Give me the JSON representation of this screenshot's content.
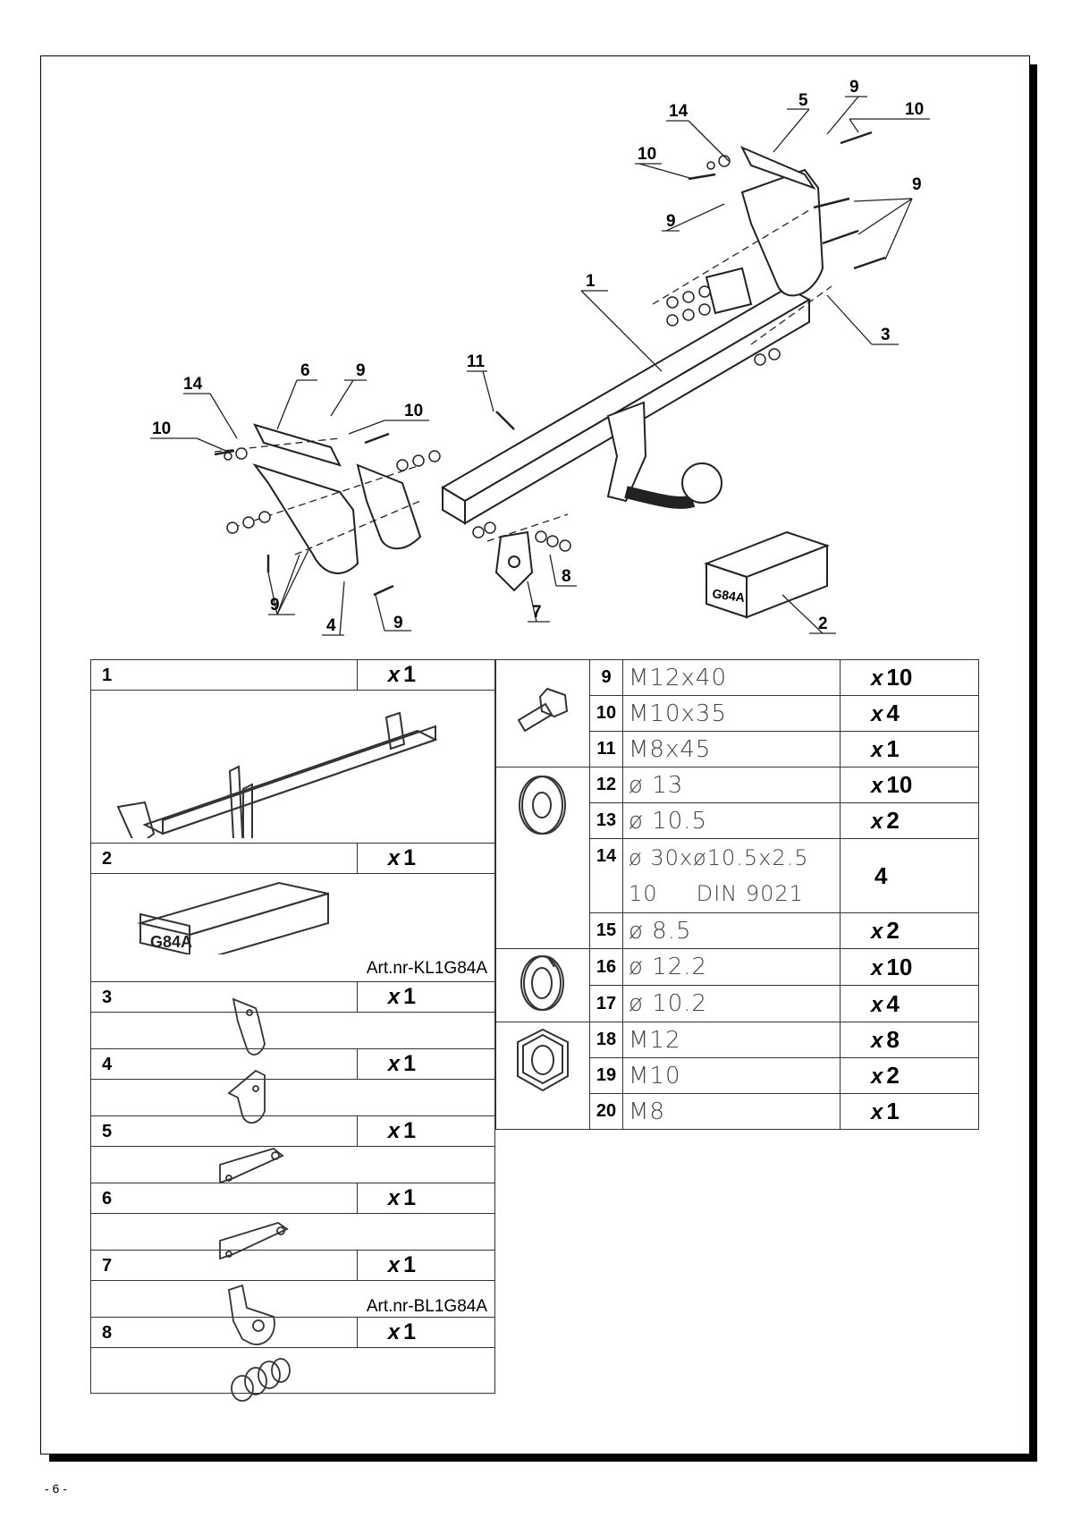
{
  "page_number": "- 6 -",
  "diagram_callouts": {
    "c1": "1",
    "c2": "2",
    "c3": "3",
    "c4": "4",
    "c5": "5",
    "c6": "6",
    "c7": "7",
    "c8": "8",
    "c9a": "9",
    "c9b": "9",
    "c9c": "9",
    "c9d": "9",
    "c9e": "9",
    "c9f": "9",
    "c10a": "10",
    "c10b": "10",
    "c10c": "10",
    "c10d": "10",
    "c11": "11",
    "c14a": "14",
    "c14b": "14",
    "box_label": "G84A"
  },
  "parts_left": [
    {
      "num": "1",
      "qty_x": "x",
      "qty": "1",
      "art": ""
    },
    {
      "num": "2",
      "qty_x": "x",
      "qty": "1",
      "art": "Art.nr-KL1G84A",
      "box_label": "G84A"
    },
    {
      "num": "3",
      "qty_x": "x",
      "qty": "1",
      "art": ""
    },
    {
      "num": "4",
      "qty_x": "x",
      "qty": "1",
      "art": ""
    },
    {
      "num": "5",
      "qty_x": "x",
      "qty": "1",
      "art": ""
    },
    {
      "num": "6",
      "qty_x": "x",
      "qty": "1",
      "art": ""
    },
    {
      "num": "7",
      "qty_x": "x",
      "qty": "1",
      "art": "Art.nr-BL1G84A"
    },
    {
      "num": "8",
      "qty_x": "x",
      "qty": "1",
      "art": ""
    }
  ],
  "parts_right": [
    {
      "num": "9",
      "spec": "M12x40",
      "qty_x": "x",
      "qty": "10"
    },
    {
      "num": "10",
      "spec": "M10x35",
      "qty_x": "x",
      "qty": "4"
    },
    {
      "num": "11",
      "spec": "M8x45",
      "qty_x": "x",
      "qty": "1"
    },
    {
      "num": "12",
      "spec": "ø 13",
      "qty_x": "x",
      "qty": "10"
    },
    {
      "num": "13",
      "spec": "ø 10.5",
      "qty_x": "x",
      "qty": "2"
    },
    {
      "num": "14",
      "spec": "ø 30xø10.5x2.5",
      "spec2": "10     DIN 9021",
      "qty_x": "",
      "qty": "4"
    },
    {
      "num": "15",
      "spec": "ø 8.5",
      "qty_x": "x",
      "qty": "2"
    },
    {
      "num": "16",
      "spec": "ø 12.2",
      "qty_x": "x",
      "qty": "10"
    },
    {
      "num": "17",
      "spec": "ø 10.2",
      "qty_x": "x",
      "qty": "4"
    },
    {
      "num": "18",
      "spec": "M12",
      "qty_x": "x",
      "qty": "8"
    },
    {
      "num": "19",
      "spec": "M10",
      "qty_x": "x",
      "qty": "2"
    },
    {
      "num": "20",
      "spec": "M8",
      "qty_x": "x",
      "qty": "1"
    }
  ],
  "icons": [
    "bolt-icon",
    "washer-icon",
    "spring-washer-icon",
    "hex-nut-icon"
  ]
}
